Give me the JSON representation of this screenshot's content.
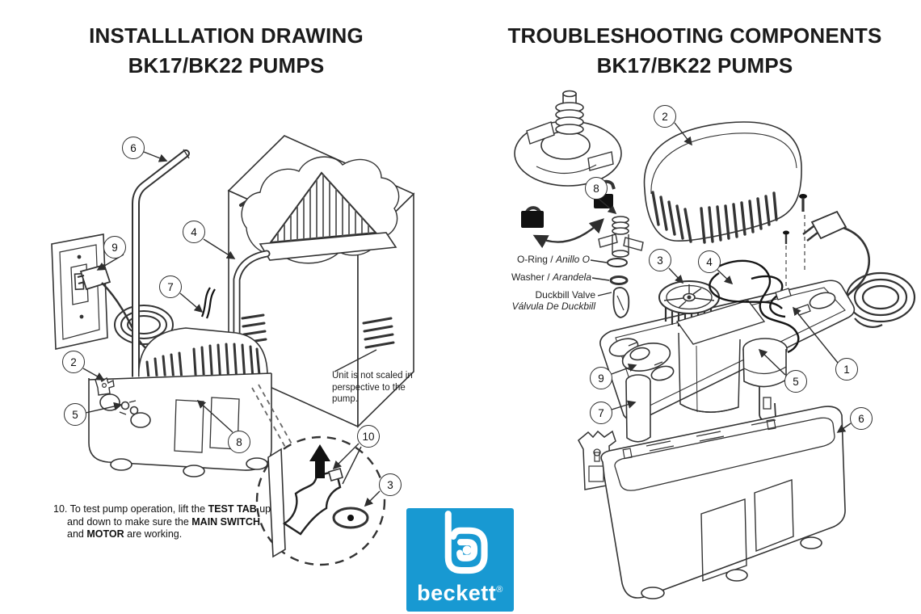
{
  "page": {
    "background": "#ffffff",
    "line_color": "#333333"
  },
  "left_panel": {
    "title_line1": "INSTALLLATION DRAWING",
    "title_line2": "BK17/BK22 PUMPS",
    "scale_note": "Unit is not scaled in perspective to the pump.",
    "instruction": {
      "seg1": "10. To test pump operation, lift the ",
      "seg2": "TEST TAB",
      "seg3": " up and down to make sure the ",
      "seg4": "MAIN SWITCH",
      "seg5": " and ",
      "seg6": "MOTOR",
      "seg7": " are working."
    },
    "callouts": {
      "c2": "2",
      "c3": "3",
      "c4": "4",
      "c5": "5",
      "c6": "6",
      "c7": "7",
      "c8": "8",
      "c9": "9",
      "c10": "10"
    }
  },
  "right_panel": {
    "title_line1": "TROUBLESHOOTING COMPONENTS",
    "title_line2": "BK17/BK22 PUMPS",
    "part_labels": {
      "oring_en": "O-Ring / ",
      "oring_es": "Anillo O",
      "washer_en": "Washer / ",
      "washer_es": "Arandela",
      "duckbill_en": "Duckbill Valve",
      "duckbill_es": "Válvula De Duckbill"
    },
    "callouts": {
      "c1": "1",
      "c2": "2",
      "c3": "3",
      "c4": "4",
      "c5": "5",
      "c6": "6",
      "c7": "7",
      "c8": "8",
      "c9": "9"
    }
  },
  "logo": {
    "brand": "beckett",
    "registered": "®",
    "bg_color": "#1899d2",
    "text_color": "#ffffff"
  }
}
